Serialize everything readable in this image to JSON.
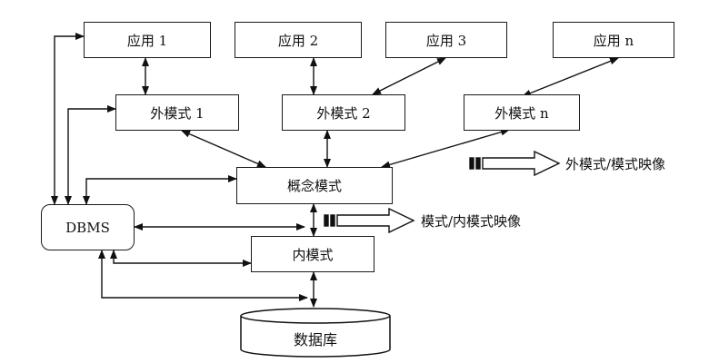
{
  "applications": [
    {
      "label": "应用 1"
    },
    {
      "label": "应用 2"
    },
    {
      "label": "应用 3"
    },
    {
      "label": "应用 n"
    }
  ],
  "external_schemas": [
    {
      "label": "外模式 1"
    },
    {
      "label": "外模式 2"
    },
    {
      "label": "外模式 n"
    }
  ],
  "conceptual_schema": {
    "label": "概念模式"
  },
  "internal_schema": {
    "label": "内模式"
  },
  "dbms": {
    "label": "DBMS"
  },
  "database": {
    "label": "数据库"
  },
  "legend": {
    "external_mapping": "外模式/模式映像",
    "internal_mapping": "模式/内模式映像"
  }
}
